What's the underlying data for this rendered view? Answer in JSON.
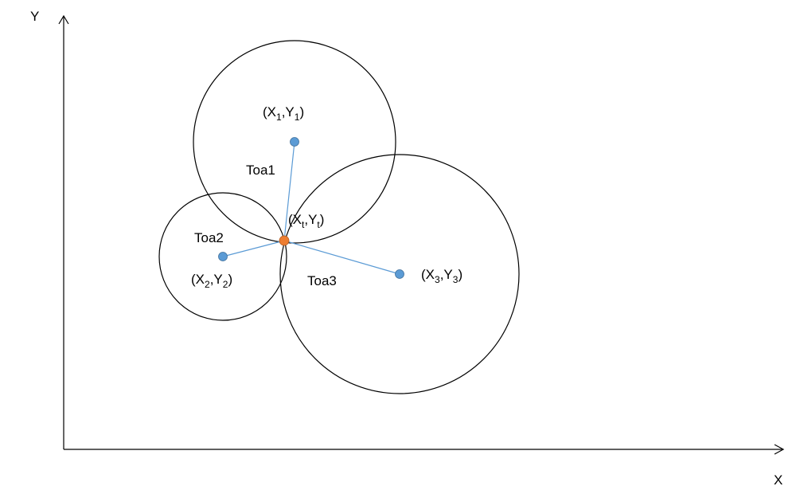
{
  "axes": {
    "x_label": "X",
    "y_label": "Y"
  },
  "target": {
    "label": {
      "open": "(X",
      "sub1": "t",
      "mid": ",Y",
      "sub2": "t",
      "close": ")"
    },
    "color": "#ed7d31"
  },
  "anchors": [
    {
      "toa_label": "Toa1",
      "coord": {
        "open": "(X",
        "sub1": "1",
        "mid": ",Y",
        "sub2": "1",
        "close": ")"
      }
    },
    {
      "toa_label": "Toa2",
      "coord": {
        "open": "(X",
        "sub1": "2",
        "mid": ",Y",
        "sub2": "2",
        "close": ")"
      }
    },
    {
      "toa_label": "Toa3",
      "coord": {
        "open": "(X",
        "sub1": "3",
        "mid": ",Y",
        "sub2": "3",
        "close": ")"
      }
    }
  ],
  "colors": {
    "anchor": "#5b9bd5",
    "line": "#5b9bd5"
  }
}
